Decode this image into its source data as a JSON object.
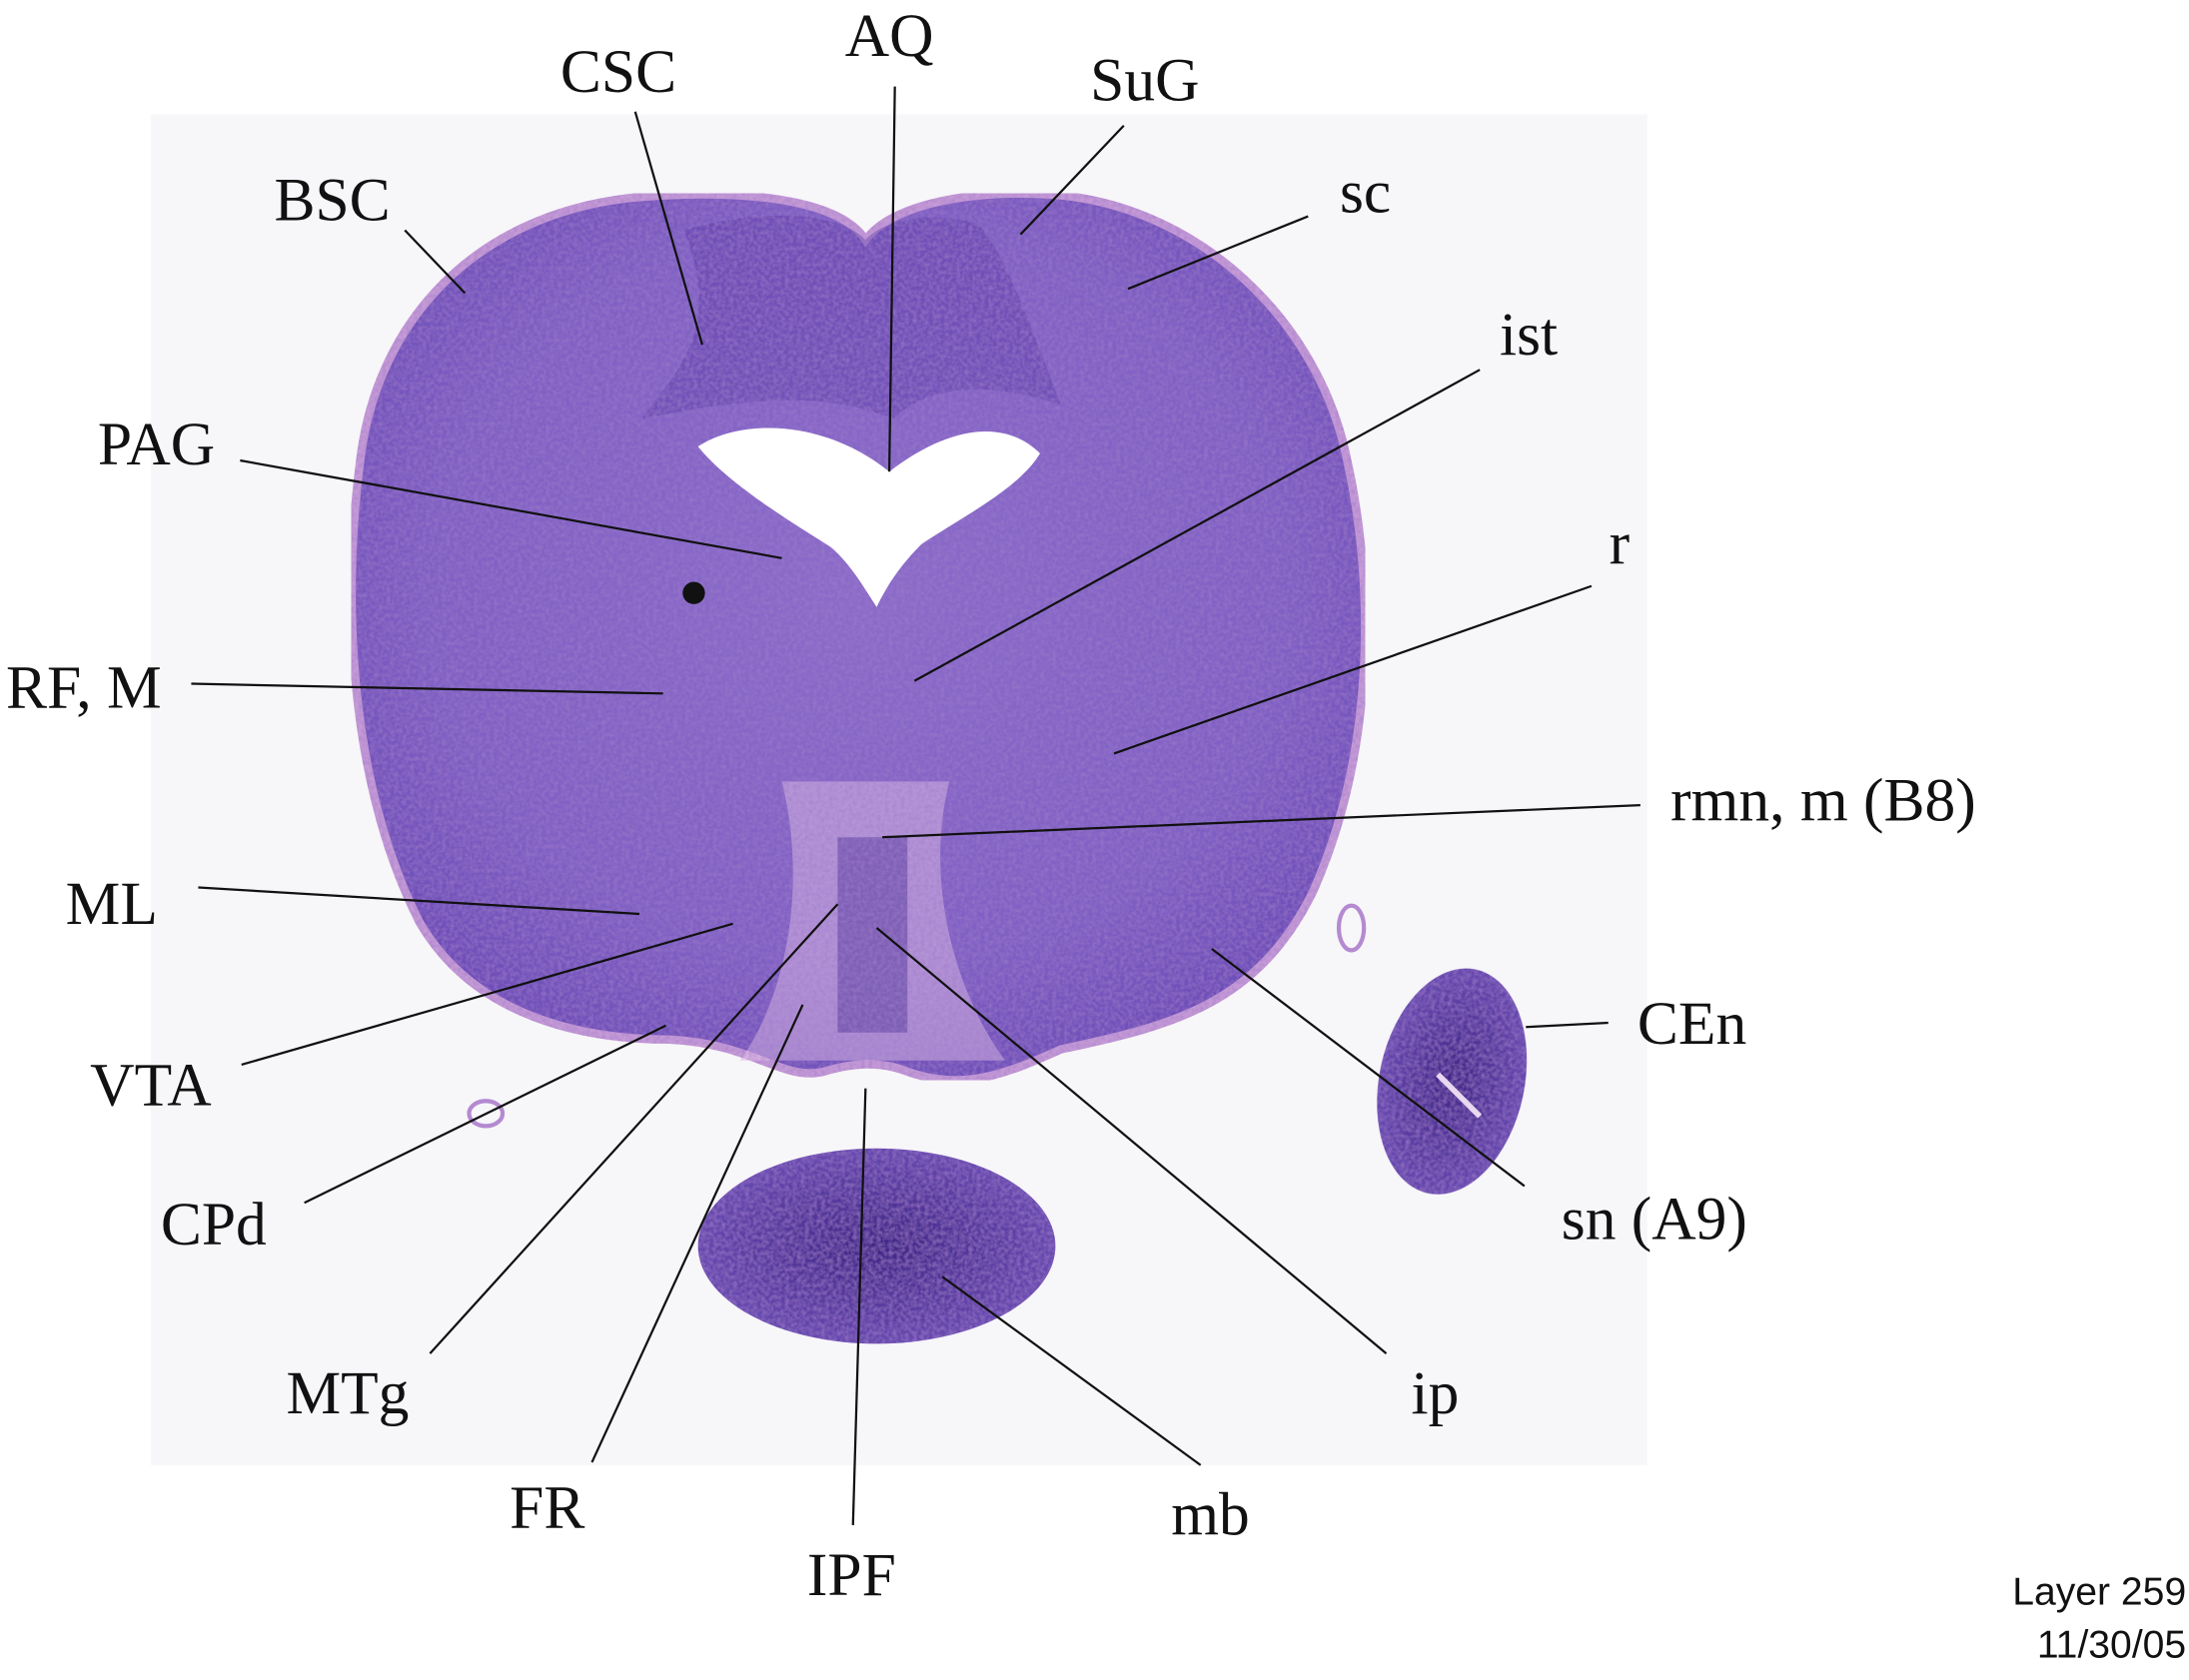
{
  "figure": {
    "labels": {
      "CSC": "CSC",
      "AQ": "AQ",
      "SuG": "SuG",
      "BSC": "BSC",
      "sc": "sc",
      "ist": "ist",
      "PAG": "PAG",
      "r": "r",
      "RF_M": "RF, M",
      "rmn": "rmn, m (B8)",
      "ML": "ML",
      "VTA": "VTA",
      "CEn": "CEn",
      "CPd": "CPd",
      "sn": "sn (A9)",
      "MTg": "MTg",
      "ip": "ip",
      "FR": "FR",
      "mb": "mb",
      "IPF": "IPF"
    },
    "stamp": {
      "layer": "Layer 259",
      "date": "11/30/05"
    },
    "colors": {
      "tissue": "#7d5fc4",
      "tissue_dark": "#4b2f93",
      "tissue_pink": "#c98fd6",
      "background": "#f7f6f9"
    }
  }
}
